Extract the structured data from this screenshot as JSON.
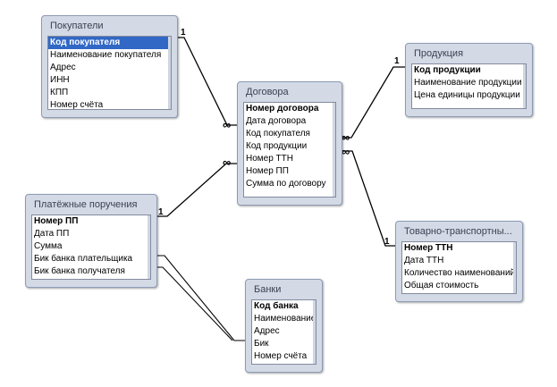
{
  "tables": {
    "pokupateli": {
      "title": "Покупатели",
      "fields": [
        {
          "label": "Код покупателя",
          "key": true,
          "selected": true
        },
        {
          "label": "Наименование покупателя",
          "key": false,
          "selected": false
        },
        {
          "label": "Адрес",
          "key": false,
          "selected": false
        },
        {
          "label": "ИНН",
          "key": false,
          "selected": false
        },
        {
          "label": "КПП",
          "key": false,
          "selected": false
        },
        {
          "label": "Номер счёта",
          "key": false,
          "selected": false
        }
      ]
    },
    "produktsiya": {
      "title": "Продукция",
      "fields": [
        {
          "label": "Код продукции",
          "key": true,
          "selected": false
        },
        {
          "label": "Наименование продукции",
          "key": false,
          "selected": false
        },
        {
          "label": "Цена единицы продукции",
          "key": false,
          "selected": false
        }
      ]
    },
    "dogovora": {
      "title": "Договора",
      "fields": [
        {
          "label": "Номер договора",
          "key": true,
          "selected": false
        },
        {
          "label": "Дата договора",
          "key": false,
          "selected": false
        },
        {
          "label": "Код покупателя",
          "key": false,
          "selected": false
        },
        {
          "label": "Код продукции",
          "key": false,
          "selected": false
        },
        {
          "label": "Номер ТТН",
          "key": false,
          "selected": false
        },
        {
          "label": "Номер ПП",
          "key": false,
          "selected": false
        },
        {
          "label": "Сумма по договору",
          "key": false,
          "selected": false
        }
      ]
    },
    "platezhnye": {
      "title": "Платёжные поручения",
      "fields": [
        {
          "label": "Номер ПП",
          "key": true,
          "selected": false
        },
        {
          "label": "Дата ПП",
          "key": false,
          "selected": false
        },
        {
          "label": "Сумма",
          "key": false,
          "selected": false
        },
        {
          "label": "Бик банка плательщика",
          "key": false,
          "selected": false
        },
        {
          "label": "Бик банка получателя",
          "key": false,
          "selected": false
        }
      ]
    },
    "tovarno": {
      "title": "Товарно-транспортны...",
      "fields": [
        {
          "label": "Номер ТТН",
          "key": true,
          "selected": false
        },
        {
          "label": "Дата ТТН",
          "key": false,
          "selected": false
        },
        {
          "label": "Количество наименований",
          "key": false,
          "selected": false
        },
        {
          "label": "Общая стоимость",
          "key": false,
          "selected": false
        }
      ]
    },
    "banki": {
      "title": "Банки",
      "fields": [
        {
          "label": "Код банка",
          "key": true,
          "selected": false
        },
        {
          "label": "Наименование",
          "key": false,
          "selected": false
        },
        {
          "label": "Адрес",
          "key": false,
          "selected": false
        },
        {
          "label": "Бик",
          "key": false,
          "selected": false
        },
        {
          "label": "Номер счёта",
          "key": false,
          "selected": false
        }
      ]
    }
  },
  "relationships": {
    "one_symbol": "1",
    "many_symbol": "∞"
  }
}
